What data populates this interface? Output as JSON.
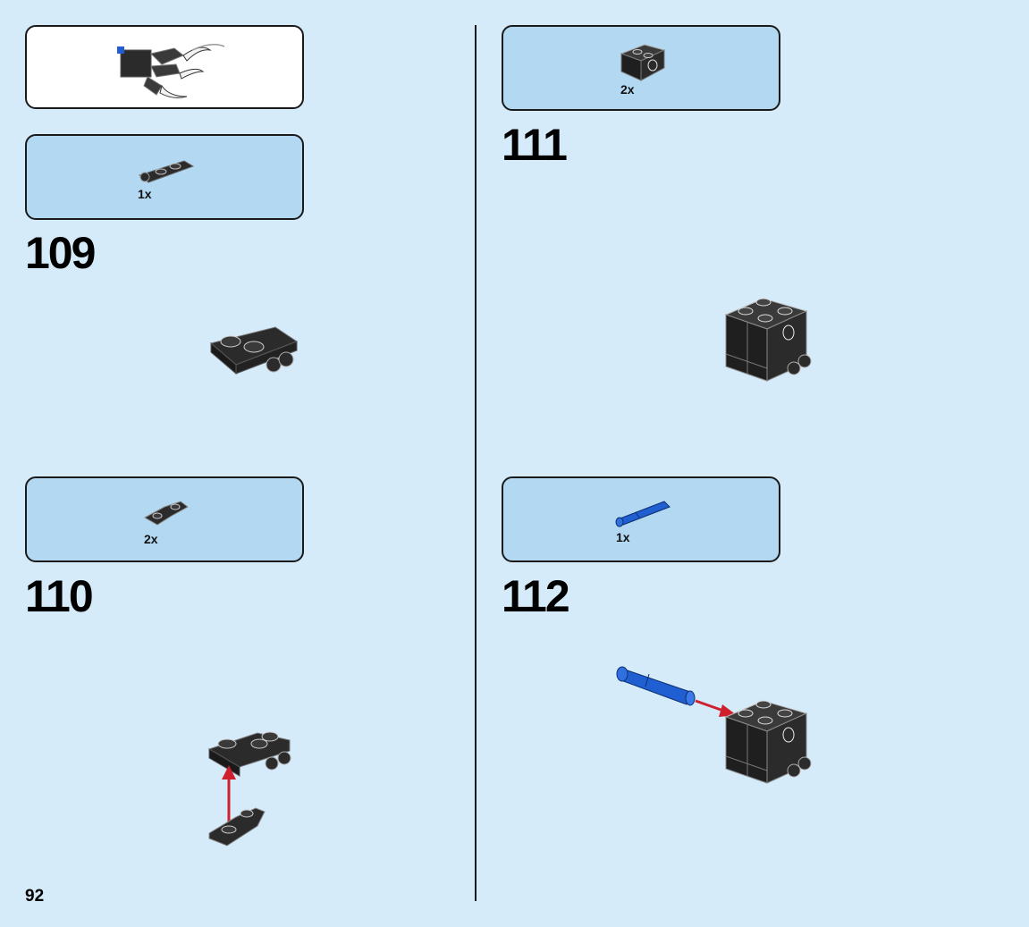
{
  "page_number": "92",
  "steps": [
    {
      "number": "109",
      "part_qty": "1x"
    },
    {
      "number": "110",
      "part_qty": "2x"
    },
    {
      "number": "111",
      "part_qty": "2x"
    },
    {
      "number": "112",
      "part_qty": "1x"
    }
  ],
  "colors": {
    "background": "#d5ebfa",
    "parts_box": "#b3d8f2",
    "brick_black": "#2b2b2b",
    "pin_blue": "#1f5fd1",
    "arrow_red": "#d0202e"
  }
}
